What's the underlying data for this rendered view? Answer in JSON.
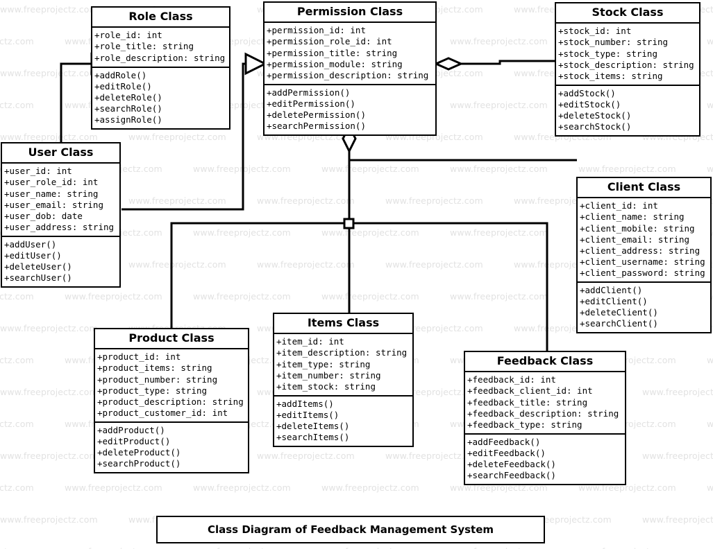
{
  "diagram": {
    "caption": "Class Diagram of Feedback Management System",
    "watermark_text": "www.freeprojectz.com",
    "watermark_color": "#e2e2e2",
    "line_color": "#000000",
    "background_color": "#ffffff"
  },
  "classes": {
    "role": {
      "title": "Role Class",
      "attributes": [
        "+role_id: int",
        "+role_title: string",
        "+role_description: string"
      ],
      "methods": [
        "+addRole()",
        "+editRole()",
        "+deleteRole()",
        "+searchRole()",
        "+assignRole()"
      ]
    },
    "permission": {
      "title": "Permission Class",
      "attributes": [
        "+permission_id: int",
        "+permission_role_id: int",
        "+permission_title: string",
        "+permission_module: string",
        "+permission_description: string"
      ],
      "methods": [
        "+addPermission()",
        "+editPermission()",
        "+deletePermission()",
        "+searchPermission()"
      ]
    },
    "stock": {
      "title": "Stock Class",
      "attributes": [
        "+stock_id: int",
        "+stock_number: string",
        "+stock_type: string",
        "+stock_description: string",
        "+stock_items: string"
      ],
      "methods": [
        "+addStock()",
        "+editStock()",
        "+deleteStock()",
        "+searchStock()"
      ]
    },
    "user": {
      "title": "User Class",
      "attributes": [
        "+user_id: int",
        "+user_role_id: int",
        "+user_name: string",
        "+user_email: string",
        "+user_dob: date",
        "+user_address: string"
      ],
      "methods": [
        "+addUser()",
        "+editUser()",
        "+deleteUser()",
        "+searchUser()"
      ]
    },
    "client": {
      "title": "Client Class",
      "attributes": [
        "+client_id: int",
        "+client_name: string",
        "+client_mobile: string",
        "+client_email: string",
        "+client_address: string",
        "+client_username: string",
        "+client_password: string"
      ],
      "methods": [
        "+addClient()",
        "+editClient()",
        "+deleteClient()",
        "+searchClient()"
      ]
    },
    "product": {
      "title": "Product Class",
      "attributes": [
        "+product_id: int",
        "+product_items: string",
        "+product_number: string",
        "+product_type: string",
        "+product_description: string",
        "+product_customer_id: int"
      ],
      "methods": [
        "+addProduct()",
        "+editProduct()",
        "+deleteProduct()",
        "+searchProduct()"
      ]
    },
    "items": {
      "title": "Items Class",
      "attributes": [
        "+item_id: int",
        "+item_description: string",
        "+item_type: string",
        "+item_number: string",
        "+item_stock: string"
      ],
      "methods": [
        "+addItems()",
        "+editItems()",
        "+deleteItems()",
        "+searchItems()"
      ]
    },
    "feedback": {
      "title": "Feedback Class",
      "attributes": [
        "+feedback_id: int",
        "+feedback_client_id: int",
        "+feedback_title: string",
        "+feedback_description: string",
        "+feedback_type: string"
      ],
      "methods": [
        "+addFeedback()",
        "+editFeedback()",
        "+deleteFeedback()",
        "+searchFeedback()"
      ]
    }
  },
  "relationships": [
    {
      "name": "user-to-role",
      "from": "User Class",
      "to": "Role Class",
      "type": "generalization"
    },
    {
      "name": "user-to-permission",
      "from": "User Class",
      "to": "Permission Class",
      "type": "generalization"
    },
    {
      "name": "permission-to-stock",
      "from": "Permission Class",
      "to": "Stock Class",
      "type": "aggregation"
    },
    {
      "name": "permission-to-items",
      "from": "Permission Class",
      "to": "Items Class",
      "type": "aggregation"
    },
    {
      "name": "client-to-items",
      "from": "Client Class",
      "to": "Items Class",
      "type": "association"
    },
    {
      "name": "product-to-client",
      "from": "Product Class",
      "to": "Client Class",
      "type": "association"
    },
    {
      "name": "client-to-feedback",
      "from": "Client Class",
      "to": "Feedback Class",
      "type": "association"
    }
  ]
}
